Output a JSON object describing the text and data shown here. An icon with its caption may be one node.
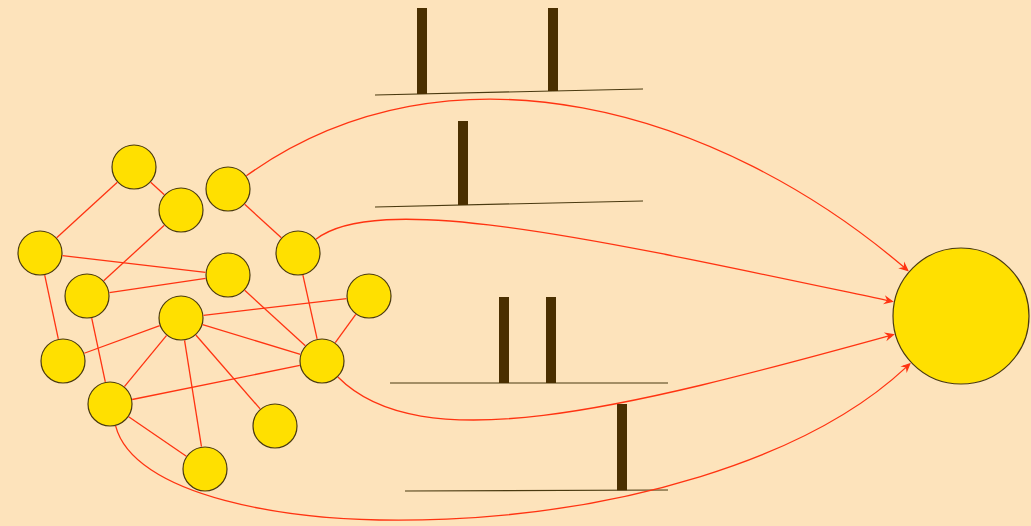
{
  "diagram": {
    "nodes": [
      {
        "text": [],
        "shape": "circle"
      },
      {
        "text": [],
        "shape": "circle"
      },
      {
        "text": [],
        "shape": "circle"
      },
      {
        "text": [],
        "shape": "circle"
      },
      {
        "text": [],
        "shape": "circle"
      },
      {
        "text": [],
        "shape": "circle"
      },
      {
        "text": [],
        "shape": "circle"
      },
      {
        "text": [],
        "shape": "circle"
      },
      {
        "text": [],
        "shape": "circle"
      },
      {
        "text": [],
        "shape": "circle"
      },
      {
        "text": [],
        "shape": "circle"
      },
      {
        "text": [],
        "shape": "circle"
      },
      {
        "text": [],
        "shape": "circle"
      },
      {
        "text": [],
        "shape": "circle"
      },
      {
        "text": [],
        "shape": "circle"
      }
    ],
    "edges": [
      {
        "from": 0,
        "to": 3,
        "arrow": "none"
      },
      {
        "from": 0,
        "to": 1,
        "arrow": "none"
      },
      {
        "from": 2,
        "to": 4,
        "arrow": "none"
      },
      {
        "from": 3,
        "to": 6,
        "arrow": "none"
      },
      {
        "from": 3,
        "to": 9,
        "arrow": "none"
      },
      {
        "from": 1,
        "to": 5,
        "arrow": "none"
      },
      {
        "from": 5,
        "to": 6,
        "arrow": "none"
      },
      {
        "from": 5,
        "to": 11,
        "arrow": "none"
      },
      {
        "from": 9,
        "to": 8,
        "arrow": "none"
      },
      {
        "from": 8,
        "to": 7,
        "arrow": "none"
      },
      {
        "from": 8,
        "to": 10,
        "arrow": "none"
      },
      {
        "from": 6,
        "to": 10,
        "arrow": "none"
      },
      {
        "from": 4,
        "to": 10,
        "arrow": "none"
      },
      {
        "from": 7,
        "to": 10,
        "arrow": "none"
      },
      {
        "from": 8,
        "to": 11,
        "arrow": "none"
      },
      {
        "from": 8,
        "to": 12,
        "arrow": "none"
      },
      {
        "from": 8,
        "to": 13,
        "arrow": "none"
      },
      {
        "from": 11,
        "to": 10,
        "arrow": "none"
      },
      {
        "from": 11,
        "to": 13,
        "arrow": "none"
      },
      {
        "from": 2,
        "to": 14,
        "arrow": "to"
      },
      {
        "from": 4,
        "to": 14,
        "arrow": "to"
      },
      {
        "from": 10,
        "to": 14,
        "arrow": "to"
      },
      {
        "from": 11,
        "to": 14,
        "arrow": "to"
      }
    ]
  }
}
